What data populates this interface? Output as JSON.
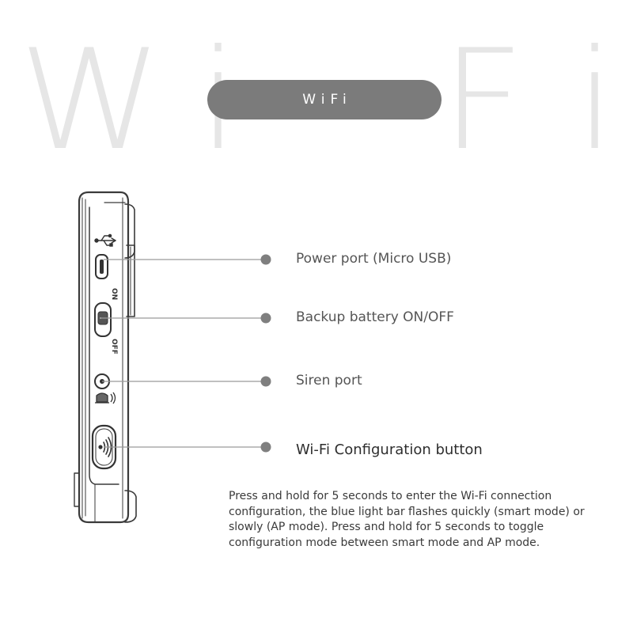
{
  "background_letters": [
    "W",
    "i",
    "F",
    "i"
  ],
  "header": {
    "label": "WiFi"
  },
  "device_labels": {
    "switch_on": "ON",
    "switch_off": "OFF"
  },
  "callouts": [
    {
      "label": "Power port (Micro USB)"
    },
    {
      "label": "Backup battery ON/OFF"
    },
    {
      "label": "Siren port"
    },
    {
      "label": "Wi-Fi Configuration button"
    }
  ],
  "description": "Press and hold for 5 seconds to enter the Wi-Fi connection configuration, the blue light bar flashes quickly (smart mode) or slowly (AP mode). Press and hold for 5 seconds to toggle configuration mode between smart mode and AP mode.",
  "colors": {
    "background_letters": "#e6e6e6",
    "pill": "#7b7b7b",
    "pill_text": "#ffffff",
    "leader": "#9a9a9a",
    "dot": "#7f7f7f"
  },
  "icons": [
    "usb-icon",
    "siren-icon",
    "wifi-icon",
    "callout-dot-icon"
  ]
}
